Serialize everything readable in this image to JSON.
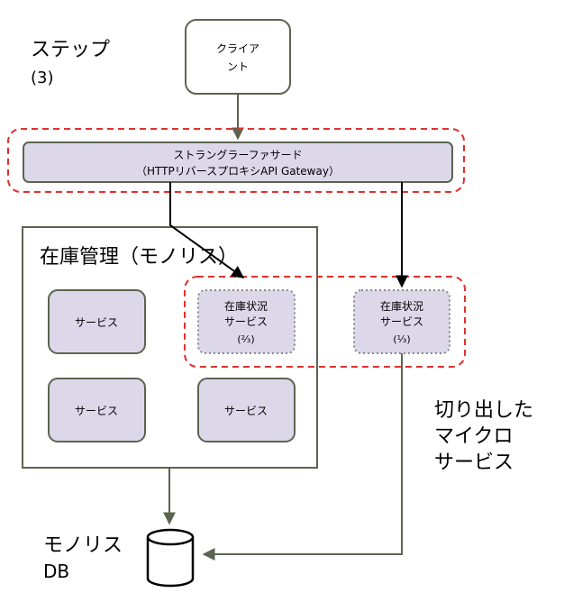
{
  "step": {
    "line1": "ステップ",
    "line2": "(3)"
  },
  "client": {
    "line1": "クライア",
    "line2": "ント"
  },
  "facade": {
    "line1": "ストラングラーファサード",
    "line2": "（HTTPリバースプロキシAPI Gateway）"
  },
  "monolith": {
    "title": "在庫管理（モノリス）",
    "service_label": "サービス",
    "inventory_service": {
      "line1": "在庫状況",
      "line2": "サービス",
      "line3": "(⅔)"
    }
  },
  "microservice": {
    "inventory_service": {
      "line1": "在庫状況",
      "line2": "サービス",
      "line3": "(⅓)"
    },
    "caption": {
      "line1": "切り出した",
      "line2": "マイクロ",
      "line3": "サービス"
    }
  },
  "database": {
    "line1": "モノリス",
    "line2": "DB"
  },
  "colors": {
    "box_fill": "#dcd8ea",
    "border": "#5c6450",
    "highlight_dashed": "#e03030",
    "inner_dotted": "#888888"
  }
}
